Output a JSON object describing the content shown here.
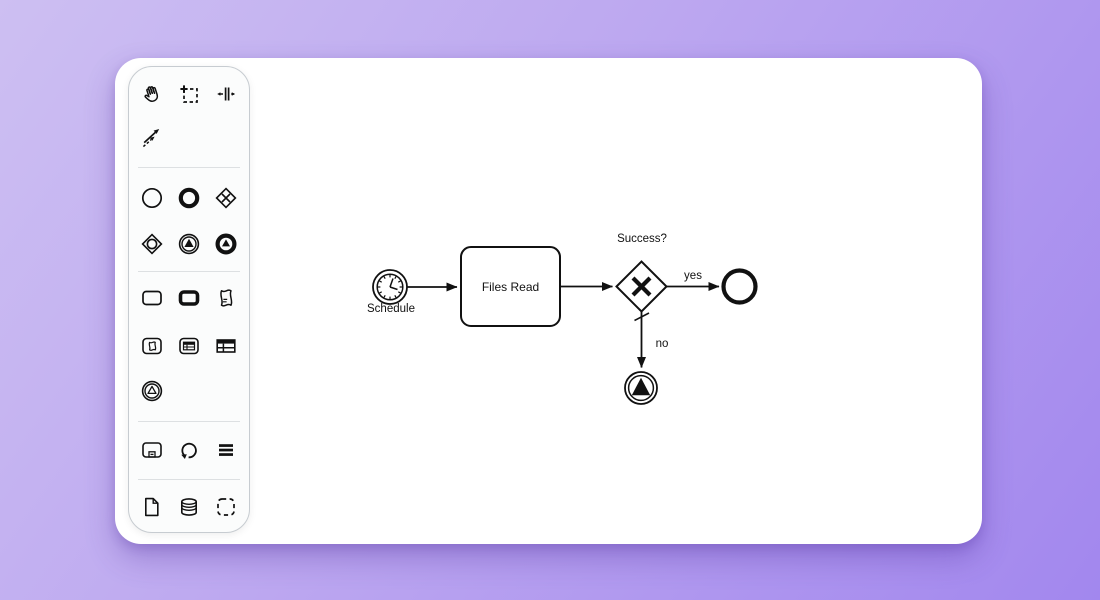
{
  "theme": {
    "background_gradient_start": "#cdbff2",
    "background_gradient_end": "#a287ee",
    "canvas_background": "#ffffff",
    "palette_background": "#fbfcfc",
    "palette_border": "#c7ccd1",
    "icon_color": "#111111",
    "diagram_stroke": "#111111"
  },
  "palette": {
    "groups": [
      {
        "name": "tools",
        "icons": [
          "hand-tool-icon",
          "lasso-tool-icon",
          "space-tool-icon",
          "global-connect-icon"
        ]
      },
      {
        "name": "events-gateways",
        "icons": [
          "start-event-icon",
          "end-event-icon",
          "exclusive-gateway-icon",
          "inclusive-gateway-icon",
          "signal-throw-event-icon",
          "signal-end-event-icon"
        ]
      },
      {
        "name": "activities",
        "icons": [
          "task-icon",
          "call-activity-icon",
          "script-icon",
          "script-task-icon",
          "business-rule-task-icon",
          "decision-table-icon",
          "signal-catch-event-icon"
        ]
      },
      {
        "name": "markers",
        "icons": [
          "subprocess-icon",
          "loop-marker-icon",
          "sequential-mi-marker-icon"
        ]
      },
      {
        "name": "data",
        "icons": [
          "data-object-icon",
          "data-store-icon",
          "group-icon"
        ]
      }
    ]
  },
  "diagram": {
    "nodes": {
      "start_event": {
        "type": "timer-start-event",
        "label": "Schedule"
      },
      "task": {
        "type": "task",
        "label": "Files Read"
      },
      "gateway": {
        "type": "exclusive-gateway",
        "label": "Success?"
      },
      "end_event": {
        "type": "end-event",
        "label": ""
      },
      "signal_event": {
        "type": "signal-intermediate-throw-event",
        "label": ""
      }
    },
    "flows": {
      "start_to_task": {
        "label": ""
      },
      "task_to_gateway": {
        "label": ""
      },
      "gateway_to_end": {
        "label": "yes"
      },
      "gateway_to_signal": {
        "label": "no",
        "default_flow": true
      }
    }
  }
}
